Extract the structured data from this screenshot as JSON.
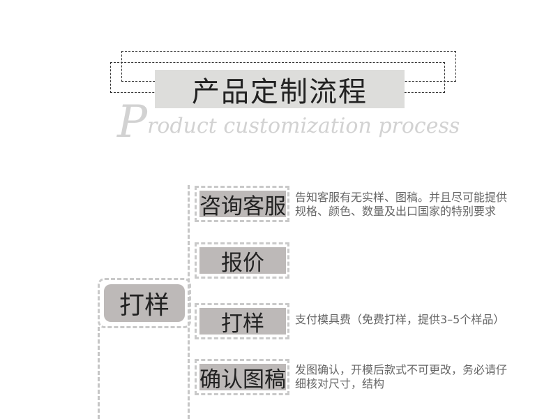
{
  "header": {
    "title": "产品定制流程",
    "subtitle_initial": "P",
    "subtitle_rest": "roduct customization process"
  },
  "main_node": {
    "label": "打样"
  },
  "steps": [
    {
      "label": "咨询客服",
      "desc_line1": "告知客服有无实样、图稿。并且尽可能提供",
      "desc_line2": "规格、颜色、数量及出口国家的特别要求"
    },
    {
      "label": "报价",
      "desc_line1": "",
      "desc_line2": ""
    },
    {
      "label": "打样",
      "desc_line1": "支付模具费（免费打样，提供3–5个样品）",
      "desc_line2": ""
    },
    {
      "label": "确认图稿",
      "desc_line1": "发图确认，开模后款式不可更改，务必请仔",
      "desc_line2": "细核对尺寸，结构"
    }
  ],
  "colors": {
    "box_fill": "#bdb9b8",
    "title_fill": "#dddddb",
    "dash": "#c9c9c9",
    "subtitle": "#d2d2d2"
  }
}
